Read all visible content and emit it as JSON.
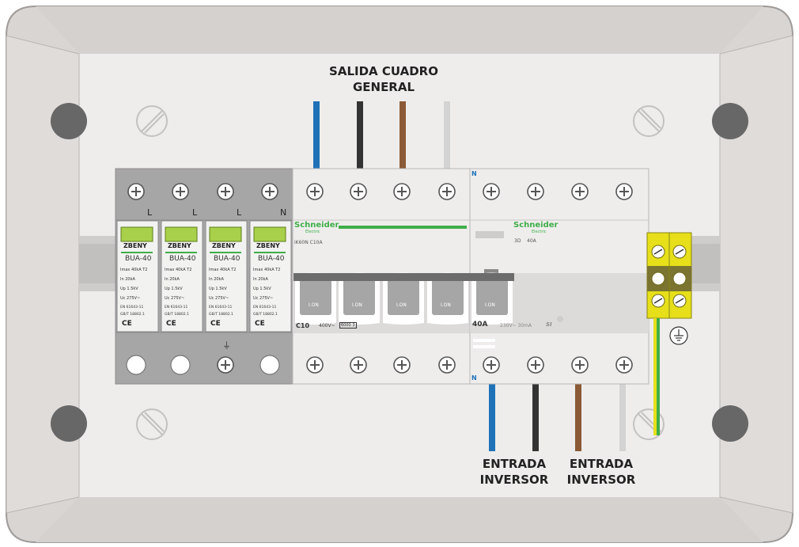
{
  "labels": {
    "top_line1": "SALIDA CUADRO",
    "top_line2": "GENERAL",
    "bottom_left_line1": "ENTRADA",
    "bottom_left_line2": "INVERSOR",
    "bottom_right_line1": "ENTRADA",
    "bottom_right_line2": "INVERSOR"
  },
  "surge_protector": {
    "top_letters": [
      "L",
      "L",
      "L",
      "N"
    ],
    "earth_symbol": "⏚",
    "modules": [
      {
        "brand": "ZBENY",
        "model": "BUA-40"
      },
      {
        "brand": "ZBENY",
        "model": "BUA-40"
      },
      {
        "brand": "ZBENY",
        "model": "BUA-40"
      },
      {
        "brand": "ZBENY",
        "model": "BUA-40"
      }
    ],
    "specs": [
      [
        "Imax",
        "40kA",
        "T2"
      ],
      [
        "In",
        "20kA",
        ""
      ],
      [
        "Up",
        "1.5kV",
        ""
      ],
      [
        "Uc",
        "275V~",
        ""
      ]
    ],
    "standards": [
      "EN 61643-11",
      "GB/T 18802.1"
    ],
    "ce_mark": "CE"
  },
  "breaker": {
    "brand": "Schneider",
    "sub": "Electric",
    "model": "iK60N C10A",
    "rating": "C10",
    "voltage": "400V~",
    "capacity": "6000",
    "capacity_class": "3",
    "handle_text": "I.ON",
    "n_mark_top": "N"
  },
  "rcd": {
    "brand": "Schneider",
    "sub": "Electric",
    "model": "3D",
    "model_rating": "40A",
    "rating": "40A",
    "spec": "230V~ 30mA",
    "type_mark": "SI",
    "handle_text": "I.ON",
    "n_mark_bottom": "N"
  },
  "ground_symbol": "⏚",
  "colors": {
    "blue": "#1f72b8",
    "black": "#333333",
    "brown": "#8b5a36",
    "grey": "#d3d3d3",
    "green": "#3fae49",
    "yellow": "#e6df1a",
    "enclosure": "#d9d5d3",
    "panel": "#eeedec",
    "spd_body": "#a7a6a6"
  }
}
